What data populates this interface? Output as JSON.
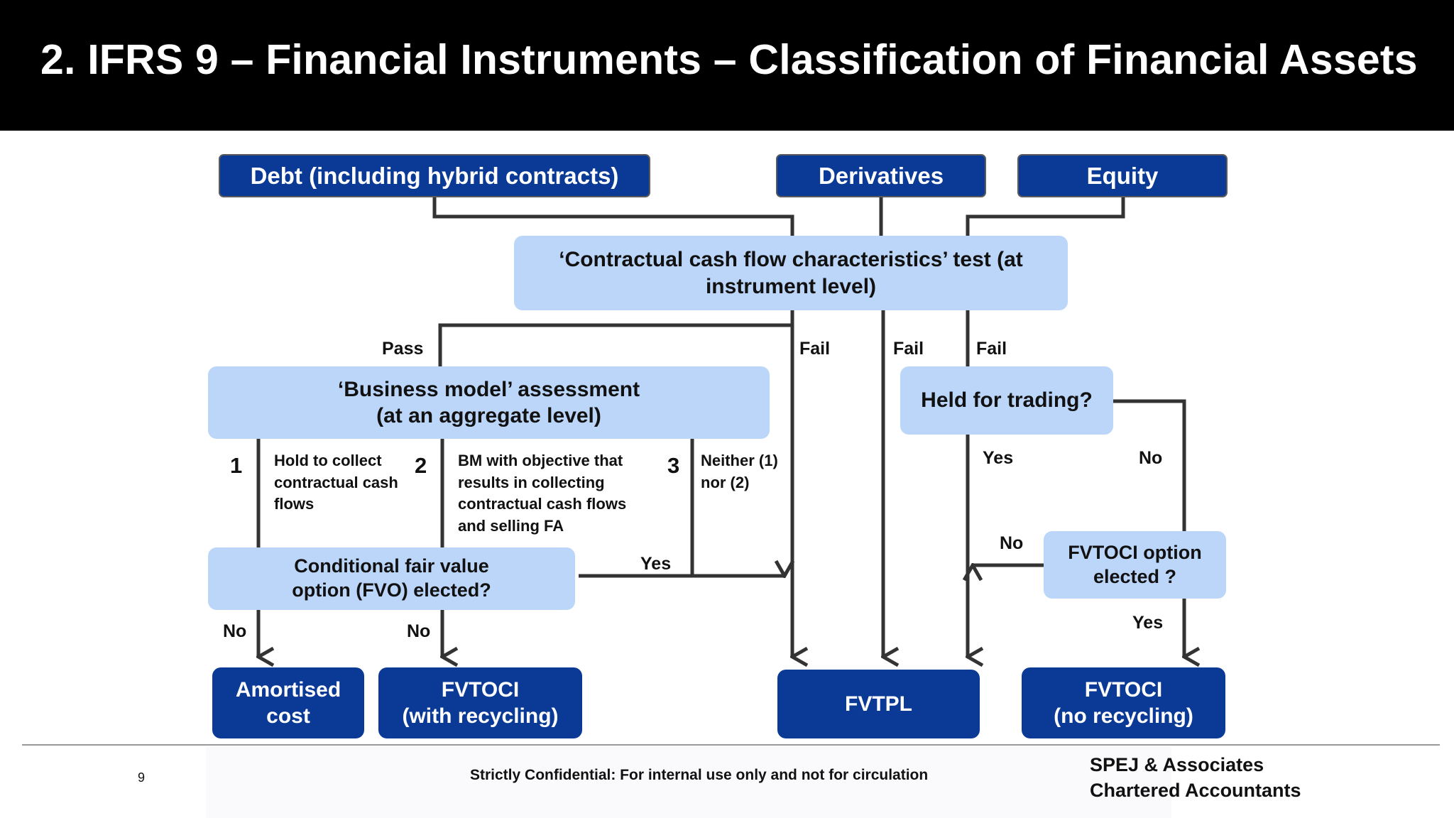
{
  "slide": {
    "title": "2. IFRS 9 – Financial Instruments – Classification of Financial Assets",
    "page_number": "9",
    "confidentiality": "Strictly Confidential: For internal use only and not for circulation",
    "firm_line1": "SPEJ & Associates",
    "firm_line2": "Chartered Accountants"
  },
  "categories": {
    "debt": "Debt (including hybrid contracts)",
    "derivatives": "Derivatives",
    "equity": "Equity"
  },
  "tests": {
    "sppi_line1": "‘Contractual cash flow characteristics’ test  (at",
    "sppi_line2": "instrument level)",
    "business_model_line1": "‘Business model’ assessment",
    "business_model_line2": "(at an aggregate level)",
    "held_for_trading": "Held for trading?",
    "fvo_line1": "Conditional fair value",
    "fvo_line2": "option (FVO) elected?",
    "fvtoci_option_line1": "FVTOCI option",
    "fvtoci_option_line2": "elected ?"
  },
  "business_models": [
    {
      "number": "1",
      "lines": [
        "Hold to collect",
        "contractual cash",
        "flows"
      ]
    },
    {
      "number": "2",
      "lines": [
        "BM with objective that",
        "results in collecting",
        "contractual cash flows",
        "and selling FA"
      ]
    },
    {
      "number": "3",
      "lines": [
        "Neither (1)",
        "nor (2)"
      ]
    }
  ],
  "labels": {
    "pass": "Pass",
    "fail_debt": "Fail",
    "fail_derivatives": "Fail",
    "fail_equity": "Fail",
    "hft_yes": "Yes",
    "hft_no": "No",
    "fvtoci_no": "No",
    "fvtoci_yes": "Yes",
    "fvo_yes": "Yes",
    "bm1_no": "No",
    "bm2_no": "No"
  },
  "outcomes": {
    "amortised_line1": "Amortised",
    "amortised_line2": "cost",
    "fvtoci_rec_line1": "FVTOCI",
    "fvtoci_rec_line2": "(with recycling)",
    "fvtpl": "FVTPL",
    "fvtoci_norec_line1": "FVTOCI",
    "fvtoci_norec_line2": "(no recycling)"
  },
  "colors": {
    "dark_box": "#0a3a96",
    "light_box": "#bcd6fa",
    "connector": "#333333",
    "title_bar": "#000000"
  }
}
